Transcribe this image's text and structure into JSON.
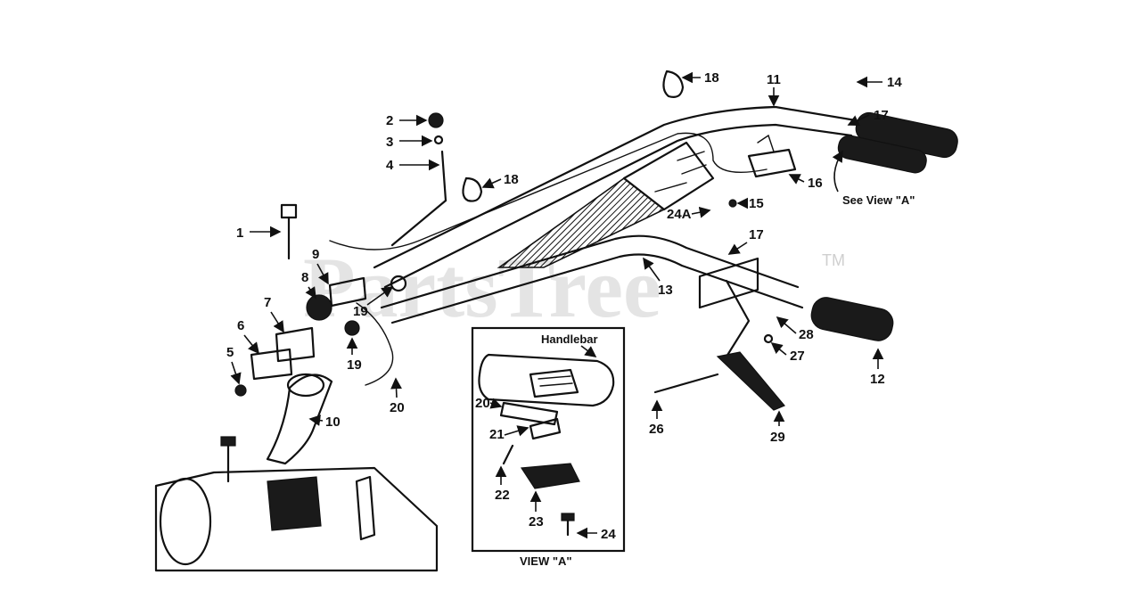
{
  "watermark": "PartsTree",
  "trademark": "TM",
  "callouts": {
    "c1": "1",
    "c2": "2",
    "c3": "3",
    "c4": "4",
    "c5": "5",
    "c6": "6",
    "c7": "7",
    "c8": "8",
    "c9": "9",
    "c10": "10",
    "c11": "11",
    "c12": "12",
    "c13": "13",
    "c14": "14",
    "c15": "15",
    "c16": "16",
    "c17a": "17",
    "c17b": "17",
    "c18a": "18",
    "c18b": "18",
    "c19a": "19",
    "c19b": "19",
    "c20": "20",
    "c24a": "24A",
    "c26": "26",
    "c27": "27",
    "c28": "28",
    "c29": "29"
  },
  "see_view": "See View \"A\"",
  "inset": {
    "title": "VIEW \"A\"",
    "handlebar_label": "Handlebar",
    "c20": "20",
    "c21": "21",
    "c22": "22",
    "c23": "23",
    "c24": "24"
  }
}
